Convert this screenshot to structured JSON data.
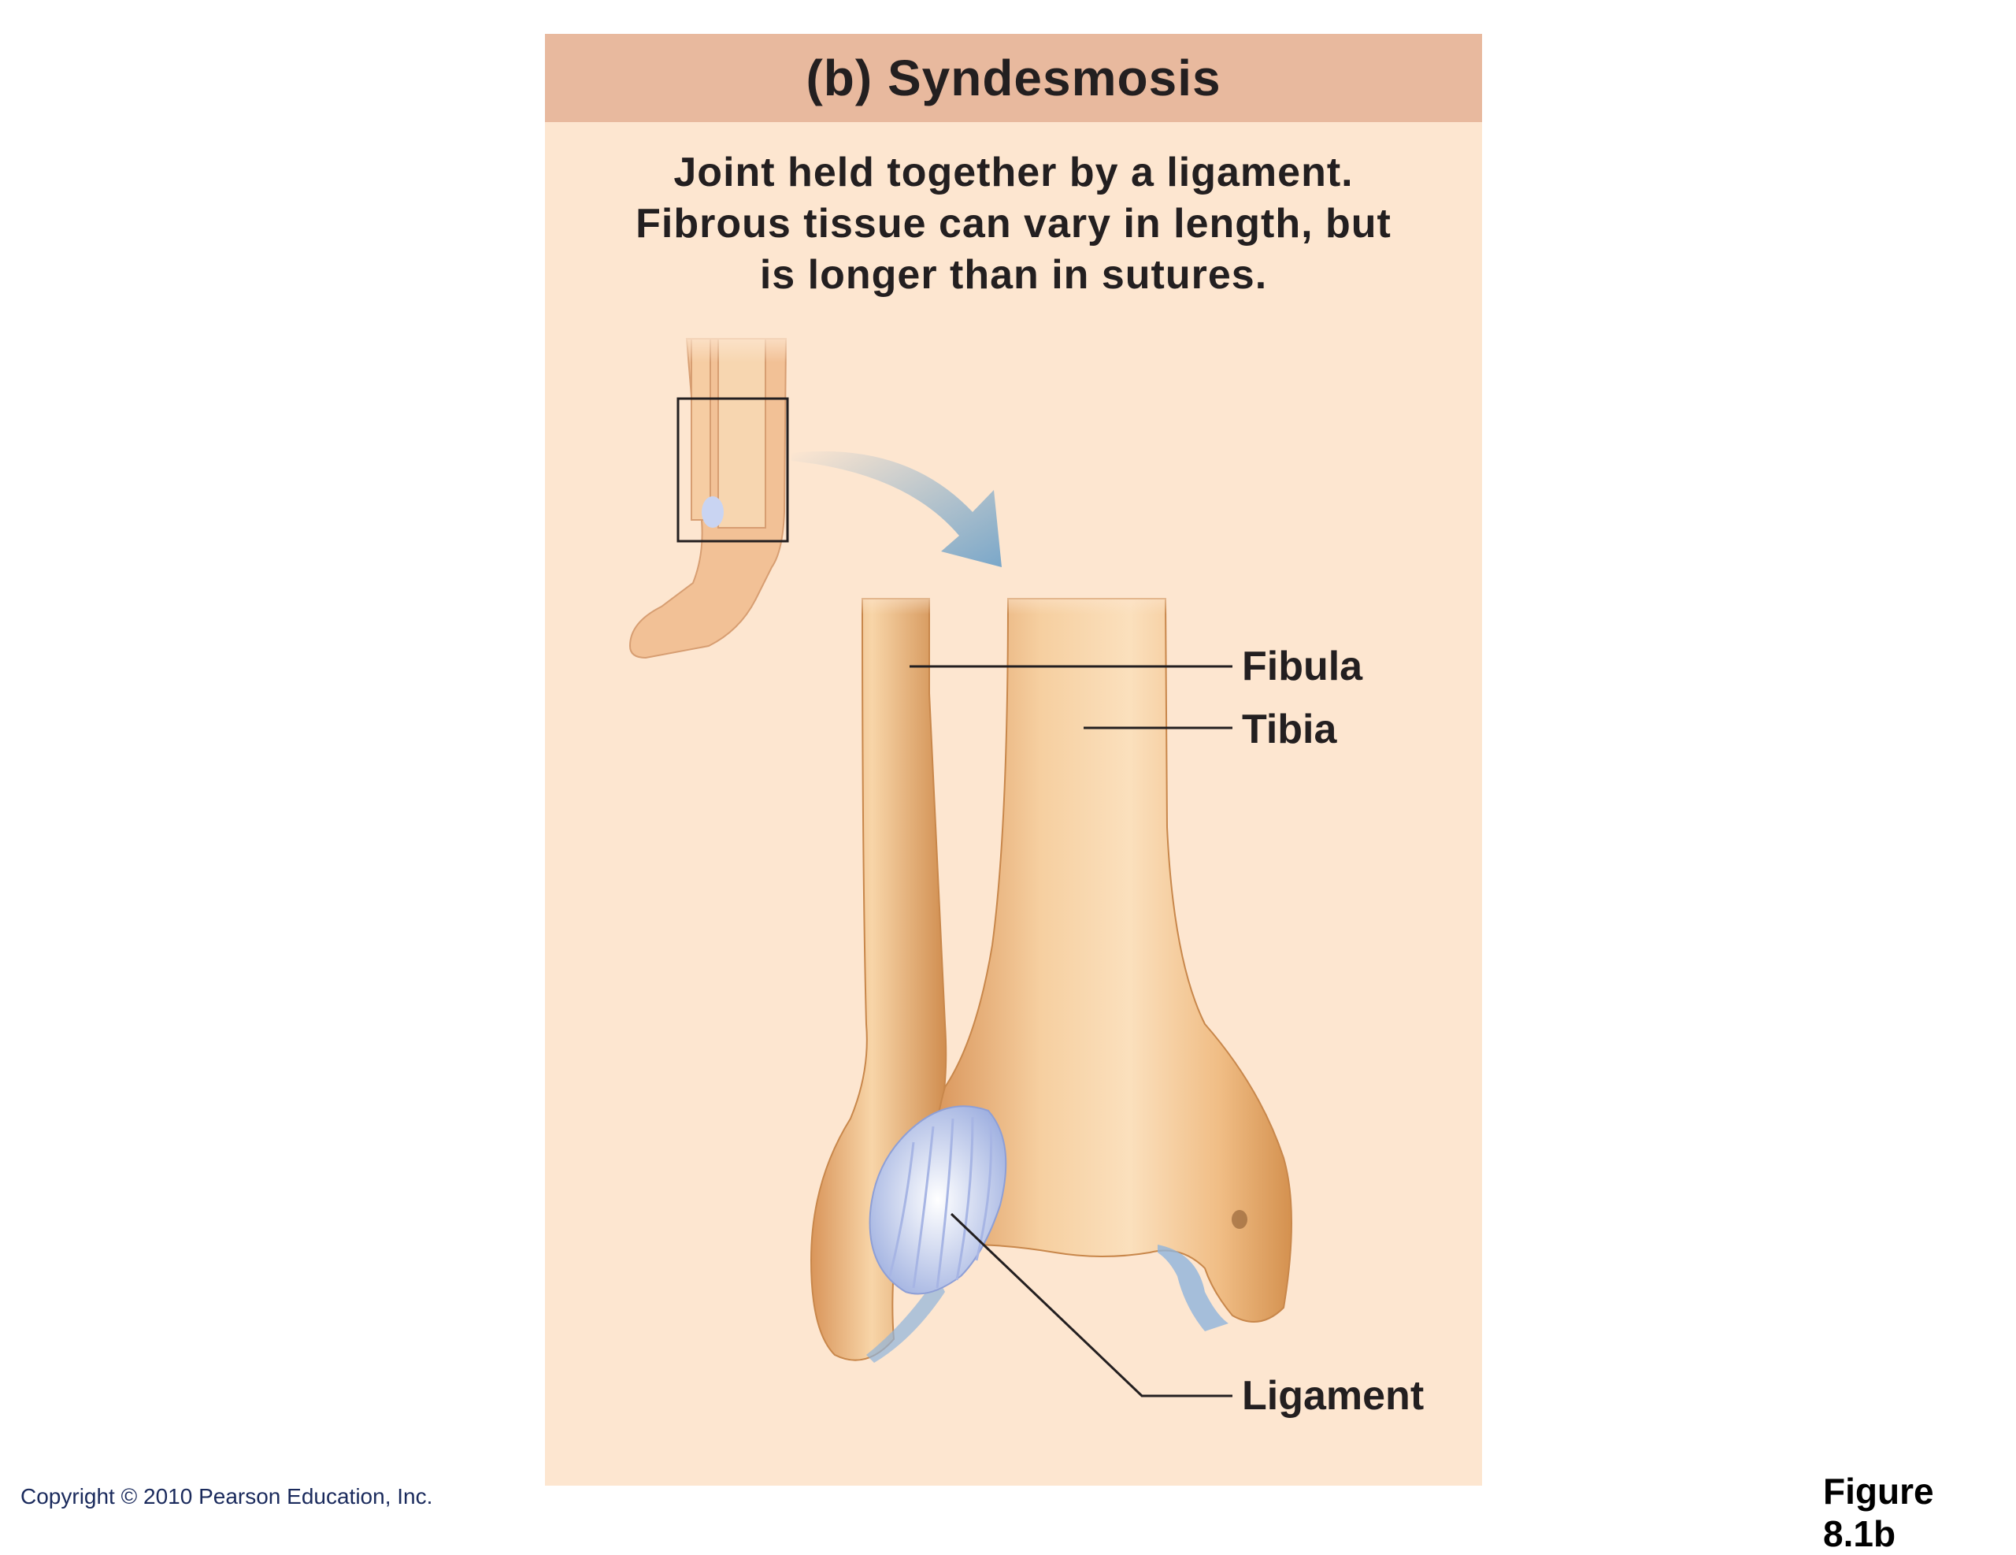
{
  "title": "(b) Syndesmosis",
  "description": [
    "Joint held together by a ligament.",
    "Fibrous tissue can vary in length, but",
    "is longer than in sutures."
  ],
  "labels": {
    "fibula": "Fibula",
    "tibia": "Tibia",
    "ligament": "Ligament"
  },
  "copyright": "Copyright © 2010 Pearson Education, Inc.",
  "figure_number": "Figure 8.1b",
  "colors": {
    "panel_bg": "#fde6d0",
    "header_bg": "#e8b99e",
    "bone": "#f2c38e",
    "bone_shadow": "#d99a5c",
    "ligament": "#c9d4f2",
    "arrow": "#8fb4cf",
    "text": "#231f20"
  }
}
